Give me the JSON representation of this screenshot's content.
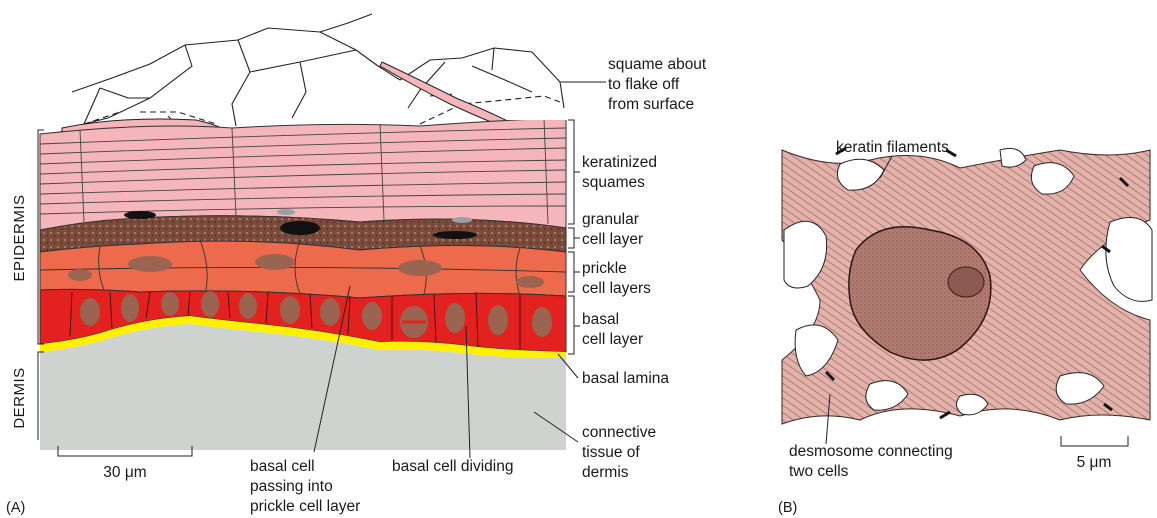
{
  "panel_a": {
    "panel_label": "(A)",
    "region_labels": {
      "epidermis": "EPIDERMIS",
      "dermis": "DERMIS"
    },
    "layer_labels": {
      "squame": [
        "squame about",
        "to flake off",
        "from surface"
      ],
      "keratinized": [
        "keratinized",
        "squames"
      ],
      "granular": [
        "granular",
        "cell layer"
      ],
      "prickle": [
        "prickle",
        "cell layers"
      ],
      "basal": [
        "basal",
        "cell layer"
      ],
      "lamina": [
        "basal lamina"
      ],
      "connective": [
        "connective",
        "tissue of",
        "dermis"
      ]
    },
    "bottom_labels": {
      "passing": [
        "basal cell",
        "passing into",
        "prickle cell layer"
      ],
      "dividing": [
        "basal cell dividing"
      ]
    },
    "scale_bar": "30 μm"
  },
  "panel_b": {
    "panel_label": "(B)",
    "labels": {
      "keratin": "keratin filaments",
      "desmosome": [
        "desmosome connecting",
        "two cells"
      ]
    },
    "scale_bar": "5 μm"
  },
  "colors": {
    "squames": "#f4b5bb",
    "granular": "#7a4a3a",
    "prickle": "#ee6a4c",
    "basal": "#e3211f",
    "nucleus": "#9a6450",
    "lamina": "#fff000",
    "dermis": "#cfd3cf",
    "cytoplasm_b": "#e3b2ab",
    "nucleus_b": "#b27c71"
  }
}
